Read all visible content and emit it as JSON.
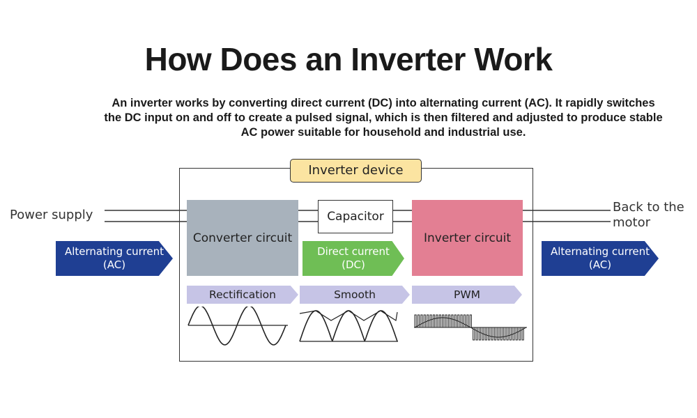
{
  "title": "How Does an Inverter Work",
  "description": {
    "line1": "An inverter works by converting direct current (DC) into alternating current (AC). It rapidly switches",
    "line2": "the DC input on and off to create a pulsed signal, which is then filtered and adjusted to produce stable",
    "line3": "AC power suitable for household and industrial use."
  },
  "diagram": {
    "device_label": "Inverter device",
    "power_supply": "Power supply",
    "back_to_motor": {
      "line1": "Back to the",
      "line2": "motor"
    },
    "ac_in": {
      "line1": "Alternating current",
      "line2": "(AC)"
    },
    "ac_out": {
      "line1": "Alternating current",
      "line2": "(AC)"
    },
    "converter": "Converter circuit",
    "capacitor": "Capacitor",
    "inverter": "Inverter circuit",
    "dc": {
      "line1": "Direct current",
      "line2": "(DC)"
    },
    "steps": [
      "Rectification",
      "Smooth",
      "PWM"
    ],
    "colors": {
      "converter": "#a8b2bc",
      "inverter": "#e37f93",
      "dc_arrow": "#6fbe55",
      "ac_arrow": "#1f3f93",
      "step": "#c6c4e6",
      "device_tag": "#fbe4a1"
    }
  }
}
